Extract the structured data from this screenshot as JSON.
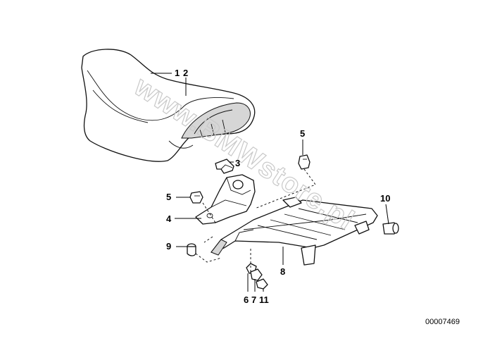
{
  "diagram": {
    "watermark": "www.BMWstore.pl",
    "document_number": "00007469",
    "callouts": [
      {
        "id": "c1",
        "text": "1"
      },
      {
        "id": "c2",
        "text": "2"
      },
      {
        "id": "c3",
        "text": "3"
      },
      {
        "id": "c4",
        "text": "4"
      },
      {
        "id": "c5a",
        "text": "5"
      },
      {
        "id": "c5b",
        "text": "5"
      },
      {
        "id": "c6",
        "text": "6"
      },
      {
        "id": "c7",
        "text": "7"
      },
      {
        "id": "c8",
        "text": "8"
      },
      {
        "id": "c9",
        "text": "9"
      },
      {
        "id": "c10",
        "text": "10"
      },
      {
        "id": "c11",
        "text": "11"
      }
    ]
  }
}
